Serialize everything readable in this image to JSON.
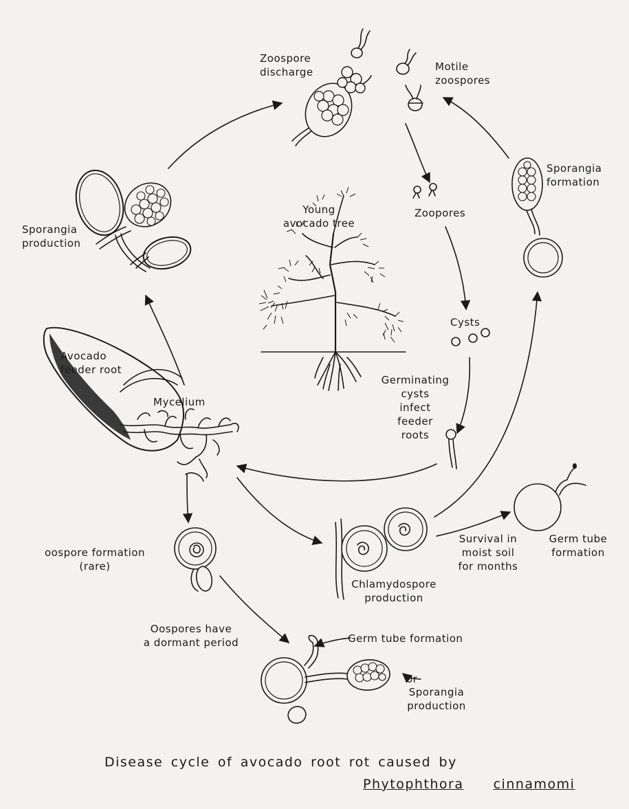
{
  "labels": {
    "zoospore_discharge": "Zoospore\ndischarge",
    "motile_zoospores": "Motile\nzoospores",
    "sporangia_formation": "Sporangia\nformation",
    "sporangia_production_left": "Sporangia\nproduction",
    "young_avocado_tree": "Young\navocado tree",
    "zoopores": "Zoopores",
    "cysts": "Cysts",
    "germinating_cysts": "Germinating\ncysts\ninfect\nfeeder\nroots",
    "avocado_feeder_root": "Avocado\nfeeder root",
    "mycelium": "Mycelium",
    "oospore_formation": "oospore formation\n(rare)",
    "chlamydospore_production": "Chlamydospore\nproduction",
    "survival": "Survival in\nmoist soil\nfor months",
    "germ_tube_formation_right": "Germ tube\nformation",
    "oospores_dormant": "Oospores have\na dormant period",
    "germ_tube_formation_bottom": "Germ tube formation",
    "or": "or",
    "sporangia_production_bottom": "Sporangia\nproduction"
  },
  "caption": {
    "line1": "Disease cycle of avocado root rot caused by",
    "genus": "Phytophthora",
    "species": "cinnamomi"
  }
}
